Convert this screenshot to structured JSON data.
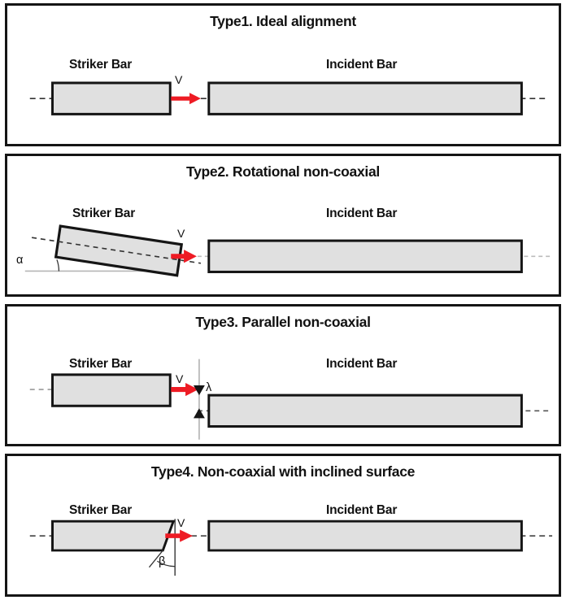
{
  "figure": {
    "colors": {
      "bar_fill": "#e0e0e0",
      "bar_stroke": "#151515",
      "arrow": "#ee1b24",
      "axis": "#333333",
      "panel_border": "#151515",
      "background": "#ffffff"
    },
    "panels": [
      {
        "id": "type1",
        "title": "Type1. Ideal alignment",
        "striker_label": "Striker Bar",
        "incident_label": "Incident Bar",
        "velocity_label": "V",
        "annotations": []
      },
      {
        "id": "type2",
        "title": "Type2. Rotational non-coaxial",
        "striker_label": "Striker Bar",
        "incident_label": "Incident Bar",
        "velocity_label": "V",
        "annotations": [
          {
            "name": "angle-alpha",
            "symbol": "α",
            "meaning": "rotational misalignment angle",
            "value_deg": 8
          }
        ]
      },
      {
        "id": "type3",
        "title": "Type3. Parallel non-coaxial",
        "striker_label": "Striker Bar",
        "incident_label": "Incident Bar",
        "velocity_label": "V",
        "annotations": [
          {
            "name": "offset-lambda",
            "symbol": "λ",
            "meaning": "parallel axis offset"
          }
        ]
      },
      {
        "id": "type4",
        "title": "Type4. Non-coaxial with inclined surface",
        "striker_label": "Striker Bar",
        "incident_label": "Incident Bar",
        "velocity_label": "V",
        "annotations": [
          {
            "name": "angle-beta",
            "symbol": "β",
            "meaning": "inclined surface angle",
            "value_deg": 18
          }
        ]
      }
    ]
  }
}
